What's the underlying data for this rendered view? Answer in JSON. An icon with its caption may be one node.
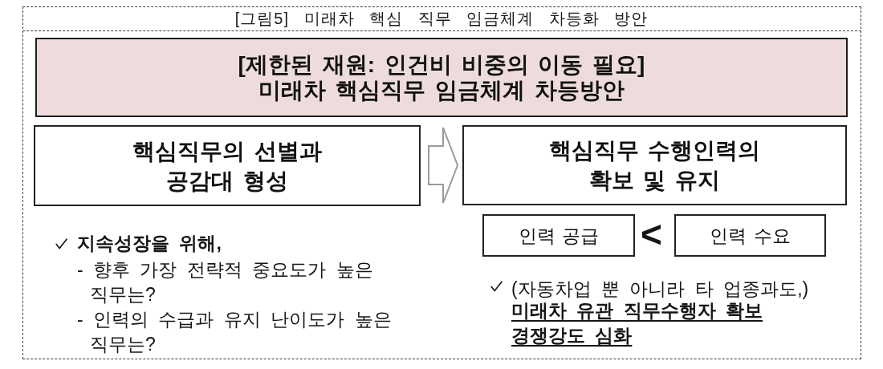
{
  "diagram": {
    "title": "[그림5] 미래차 핵심 직무 임금체계 차등화 방안",
    "nodes": [
      {
        "text": [
          "[제한된 재원: 인건비 비중의 이동 필요]",
          "미래차 핵심직무 임금체계 차등방안"
        ]
      },
      {
        "text": [
          "핵심직무의 선별과 공감대 형성"
        ]
      },
      {
        "text": [
          "핵심직무 수행인력의 확보 및 유지"
        ]
      },
      {
        "text": [
          "인력 공급"
        ]
      },
      {
        "text": [
          "인력 수요"
        ]
      }
    ],
    "edges": [
      {
        "from": 1,
        "to": 2,
        "arrow": "to"
      }
    ],
    "labels": [
      "지속성장을 위해,",
      "- 향후 가장 전략적 중요도가 높은 직무는?",
      "- 인력의 수급과 유지 난이도가 높은 직무는?",
      "<",
      "(자동차업 뿐 아니라 타 업종과도,)",
      "미래차 유관 직무수행자 확보 경쟁강도 심화"
    ]
  }
}
